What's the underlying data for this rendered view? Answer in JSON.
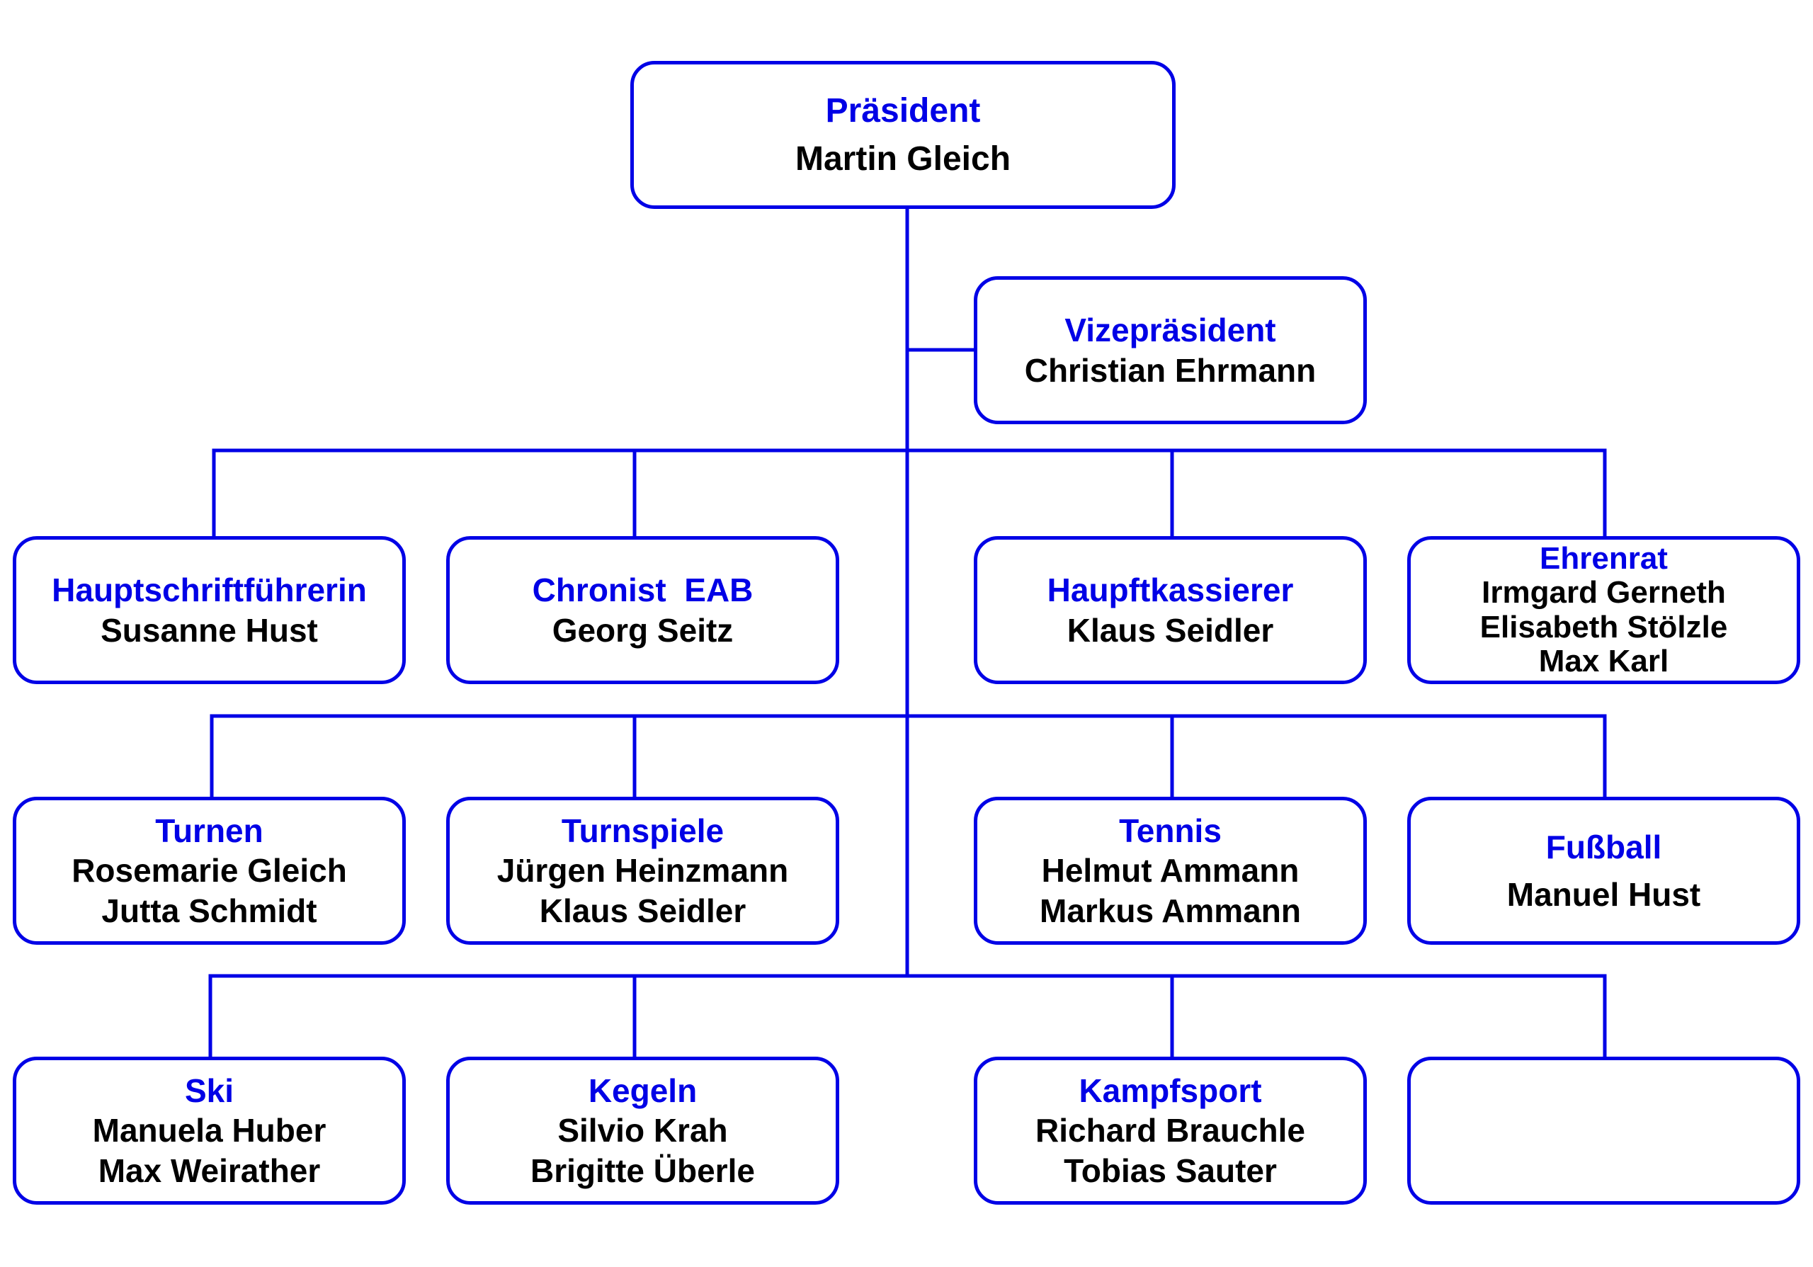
{
  "colors": {
    "line": "#0000e6",
    "role_text": "#0000e6",
    "person_text": "#000000",
    "background": "#ffffff"
  },
  "nodes": {
    "president": {
      "role": "Präsident",
      "people": [
        "Martin Gleich"
      ]
    },
    "vice_president": {
      "role": "Vizepräsident",
      "people": [
        "Christian Ehrmann"
      ]
    },
    "secretary": {
      "role": "Hauptschriftführerin",
      "people": [
        "Susanne Hust"
      ]
    },
    "chronicler": {
      "role": "Chronist  EAB",
      "people": [
        "Georg Seitz"
      ]
    },
    "treasurer": {
      "role": "Haupftkassierer",
      "people": [
        "Klaus Seidler"
      ]
    },
    "honorary_council": {
      "role": "Ehrenrat",
      "people": [
        "Irmgard Gerneth",
        "Elisabeth Stölzle",
        "Max Karl"
      ]
    },
    "turnen": {
      "role": "Turnen",
      "people": [
        "Rosemarie Gleich",
        "Jutta Schmidt"
      ]
    },
    "turnspiele": {
      "role": "Turnspiele",
      "people": [
        "Jürgen Heinzmann",
        "Klaus Seidler"
      ]
    },
    "tennis": {
      "role": "Tennis",
      "people": [
        "Helmut Ammann",
        "Markus Ammann"
      ]
    },
    "fussball": {
      "role": "Fußball",
      "people": [
        "Manuel Hust"
      ]
    },
    "ski": {
      "role": "Ski",
      "people": [
        "Manuela Huber",
        "Max Weirather"
      ]
    },
    "kegeln": {
      "role": "Kegeln",
      "people": [
        "Silvio Krah",
        "Brigitte Überle"
      ]
    },
    "kampfsport": {
      "role": "Kampfsport",
      "people": [
        "Richard Brauchle",
        "Tobias Sauter"
      ]
    },
    "empty": {
      "role": "",
      "people": []
    }
  }
}
